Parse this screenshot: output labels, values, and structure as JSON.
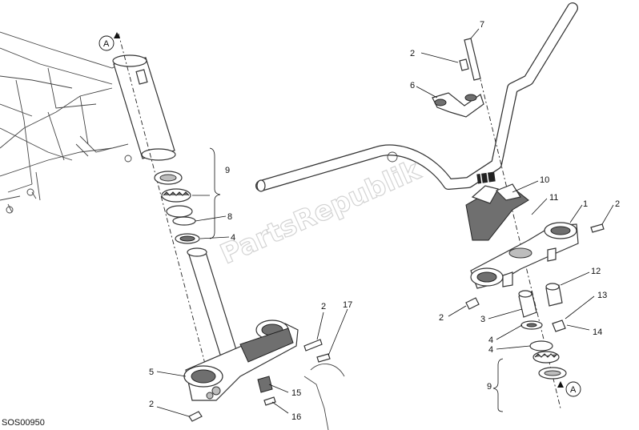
{
  "drawing_code": "SOS00950",
  "watermark": "PartsRepublik",
  "reference_marks": [
    "A",
    "A"
  ],
  "callouts": [
    "7",
    "2",
    "6",
    "10",
    "11",
    "1",
    "2",
    "12",
    "13",
    "14",
    "2",
    "3",
    "4",
    "4",
    "9",
    "9",
    "8",
    "4",
    "2",
    "17",
    "5",
    "2",
    "15",
    "16"
  ]
}
